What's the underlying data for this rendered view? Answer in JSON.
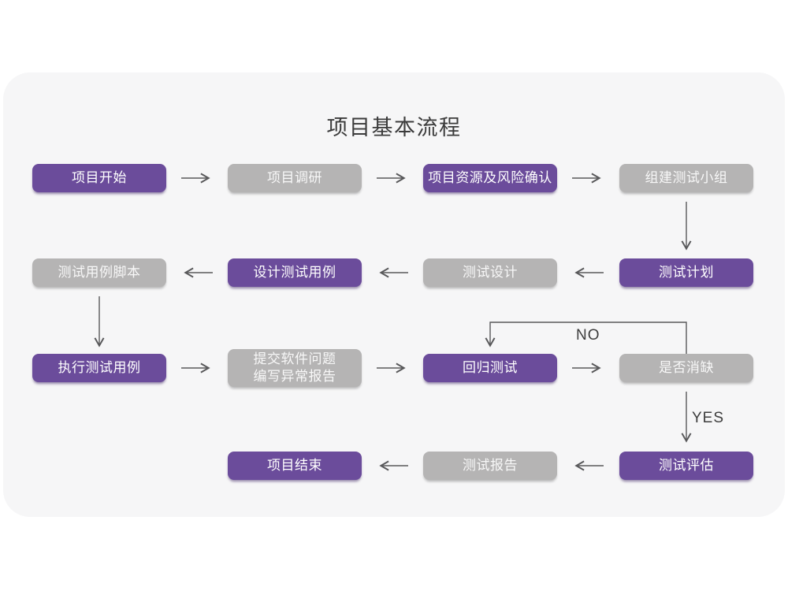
{
  "page": {
    "title": "项目基本流程"
  },
  "diagram": {
    "nodes": [
      {
        "label": "项目开始",
        "variant": "purple"
      },
      {
        "label": "项目调研",
        "variant": "gray"
      },
      {
        "label": "项目资源及风险确认",
        "variant": "purple"
      },
      {
        "label": "组建测试小组",
        "variant": "gray"
      },
      {
        "label": "测试计划",
        "variant": "purple"
      },
      {
        "label": "测试设计",
        "variant": "gray"
      },
      {
        "label": "设计测试用例",
        "variant": "purple"
      },
      {
        "label": "测试用例脚本",
        "variant": "gray"
      },
      {
        "label": "执行测试用例",
        "variant": "purple"
      },
      {
        "label": "提交软件问题\n编写异常报告",
        "variant": "gray"
      },
      {
        "label": "回归测试",
        "variant": "purple"
      },
      {
        "label": "是否消缺",
        "variant": "gray"
      },
      {
        "label": "测试评估",
        "variant": "purple"
      },
      {
        "label": "测试报告",
        "variant": "gray"
      },
      {
        "label": "项目结束",
        "variant": "purple"
      }
    ],
    "branch_labels": {
      "no": "NO",
      "yes": "YES"
    },
    "colors": {
      "purple_box": "#6B4C9B",
      "gray_box": "#B5B4B4",
      "arrow": "#58585A",
      "card_background": "#F6F6F7",
      "text_on_purple": "#FFFFFF",
      "text_on_gray": "#E6E5E6",
      "title_text": "#3B3B3B"
    }
  }
}
